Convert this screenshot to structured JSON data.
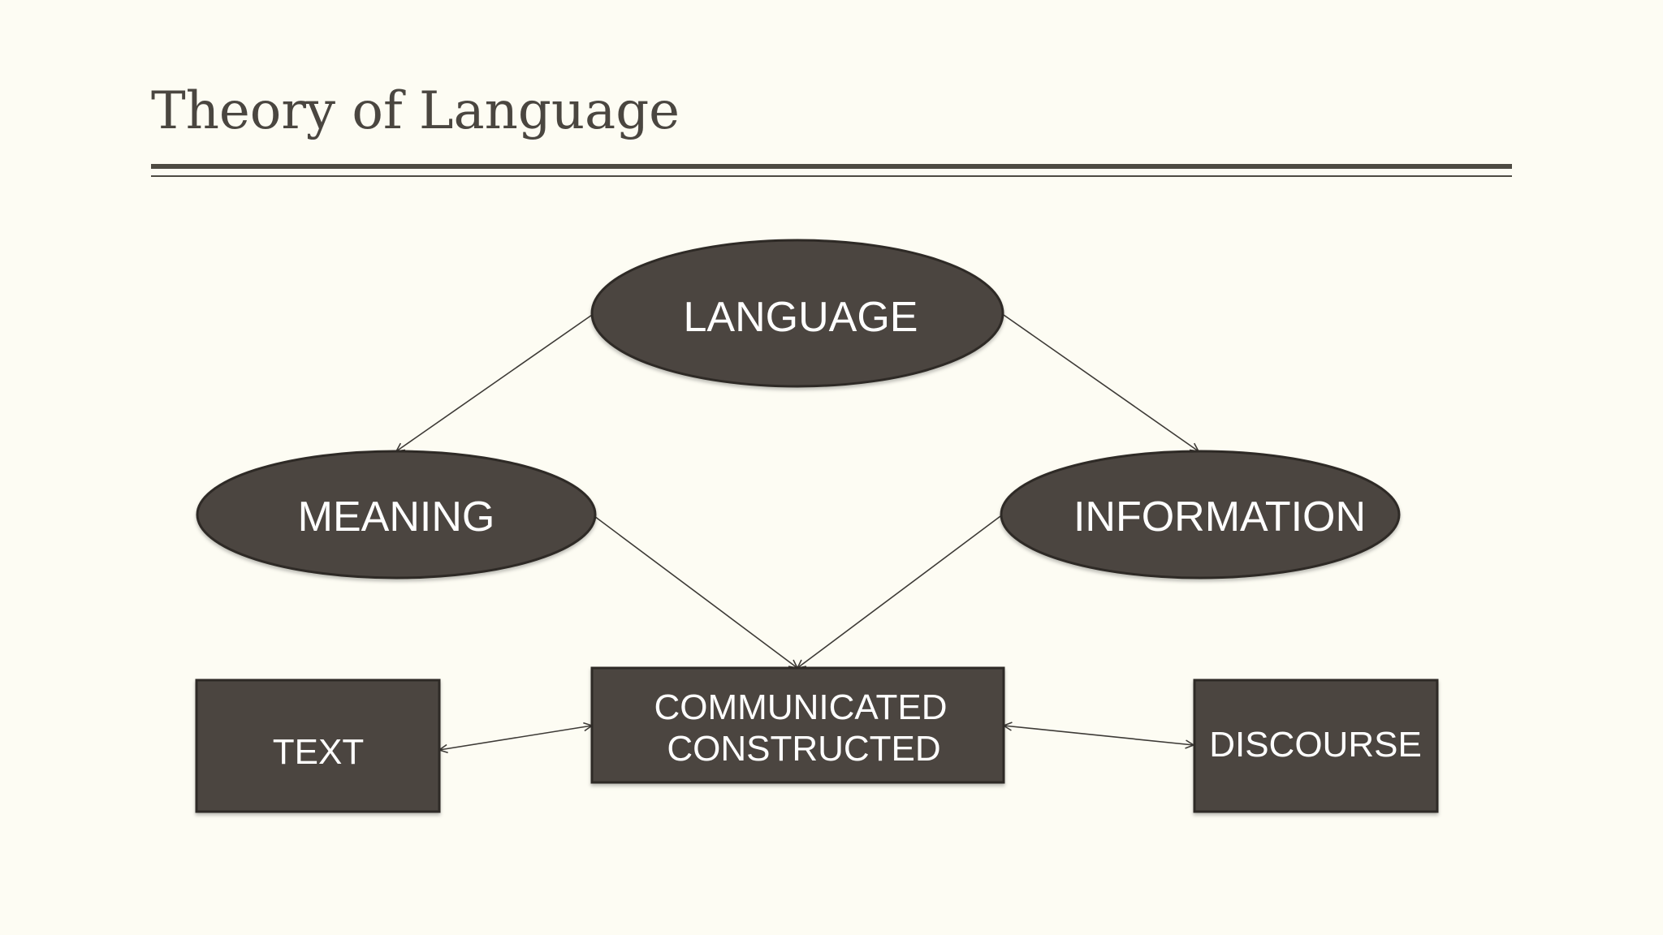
{
  "slide": {
    "title": "Theory of Language"
  },
  "diagram": {
    "nodes": {
      "language": "LANGUAGE",
      "meaning": "MEANING",
      "information": "INFORMATION",
      "communicated_line1": "COMMUNICATED",
      "communicated_line2": "CONSTRUCTED",
      "text": "TEXT",
      "discourse": "DISCOURSE"
    },
    "edges": [
      {
        "from": "LANGUAGE",
        "to": "MEANING"
      },
      {
        "from": "LANGUAGE",
        "to": "INFORMATION"
      },
      {
        "from": "MEANING",
        "to": "COMMUNICATED CONSTRUCTED"
      },
      {
        "from": "INFORMATION",
        "to": "COMMUNICATED CONSTRUCTED"
      },
      {
        "from": "TEXT",
        "to": "COMMUNICATED CONSTRUCTED",
        "bidirectional": true
      },
      {
        "from": "COMMUNICATED CONSTRUCTED",
        "to": "DISCOURSE",
        "bidirectional": true
      }
    ],
    "colors": {
      "node_fill": "#4b443f",
      "node_stroke": "#2f2a26",
      "edge": "#3d3a36",
      "background": "#fdfcf3"
    }
  }
}
